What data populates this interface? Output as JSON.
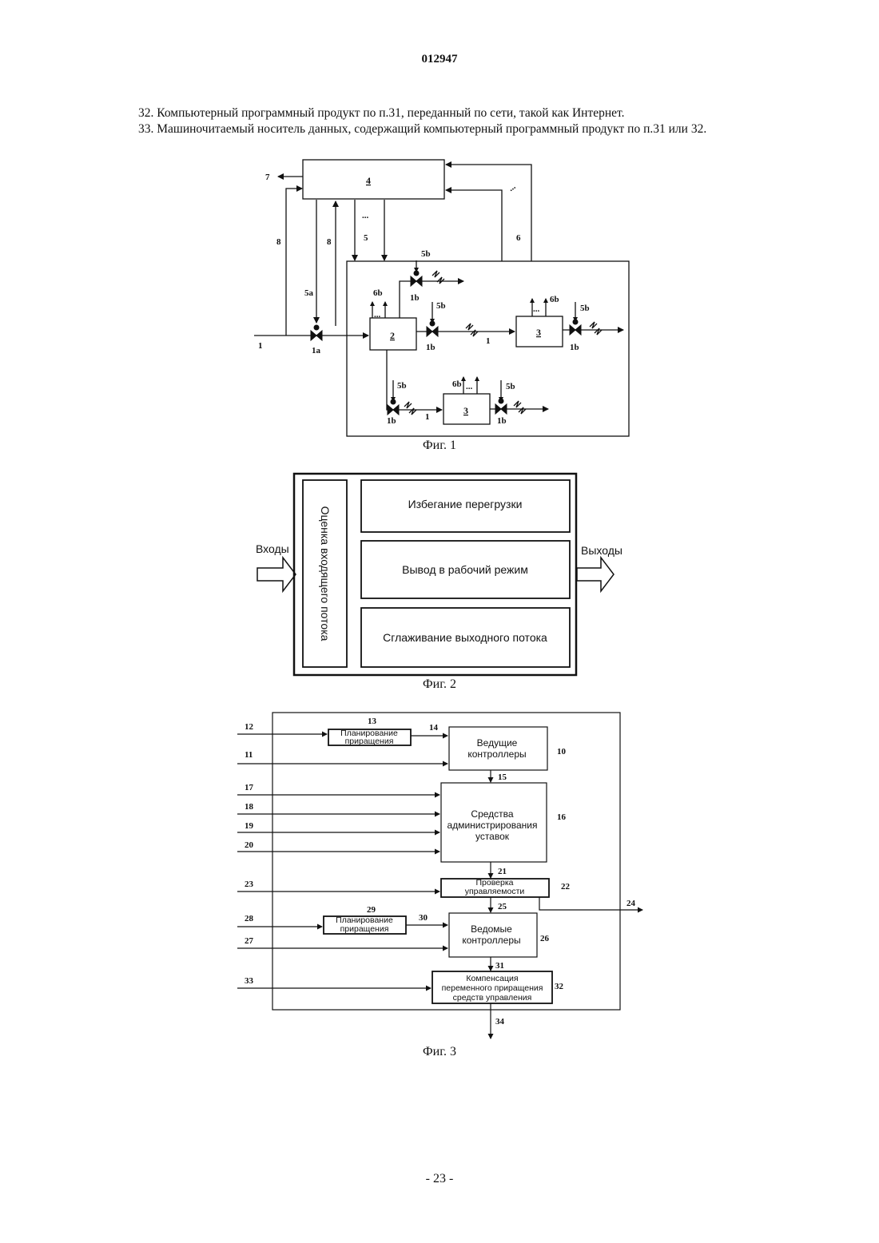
{
  "header": {
    "doc_number": "012947"
  },
  "claims": [
    "32. Компьютерный программный продукт по п.31, переданный по сети, такой как Интернет.",
    "33. Машиночитаемый носитель данных, содержащий компьютерный программный продукт по п.31 или 32."
  ],
  "fig1": {
    "caption": "Фиг. 1",
    "block4": "4",
    "block2": "2",
    "block3": "3",
    "l7": "7",
    "l8": "8",
    "l5": "5",
    "l6": "6",
    "l5a": "5a",
    "l5b": "5b",
    "l6b": "6b",
    "l1": "1",
    "l1a": "1a",
    "l1b": "1b",
    "dots": "..."
  },
  "fig2": {
    "caption": "Фиг. 2",
    "inputs": "Входы",
    "outputs": "Выходы",
    "left_box": "Оценка входящего потока",
    "box1": "Избегание перегрузки",
    "box2": "Вывод в рабочий режим",
    "box3": "Сглаживание выходного потока"
  },
  "fig3": {
    "caption": "Фиг. 3",
    "plan_1": "Планирование",
    "plan_2": "приращения",
    "master_1": "Ведущие",
    "master_2": "контроллеры",
    "admin_1": "Средства",
    "admin_2": "администрирования",
    "admin_3": "уставок",
    "check_1": "Проверка",
    "check_2": "управляемости",
    "slave_1": "Ведомые",
    "slave_2": "контроллеры",
    "comp_1": "Компенсация",
    "comp_2": "переменного приращения",
    "comp_3": "средств управления",
    "n10": "10",
    "n11": "11",
    "n12": "12",
    "n13": "13",
    "n14": "14",
    "n15": "15",
    "n16": "16",
    "n17": "17",
    "n18": "18",
    "n19": "19",
    "n20": "20",
    "n21": "21",
    "n22": "22",
    "n23": "23",
    "n24": "24",
    "n25": "25",
    "n26": "26",
    "n27": "27",
    "n28": "28",
    "n29": "29",
    "n30": "30",
    "n31": "31",
    "n32": "32",
    "n33": "33",
    "n34": "34"
  },
  "footer": {
    "page_number": "- 23 -"
  }
}
